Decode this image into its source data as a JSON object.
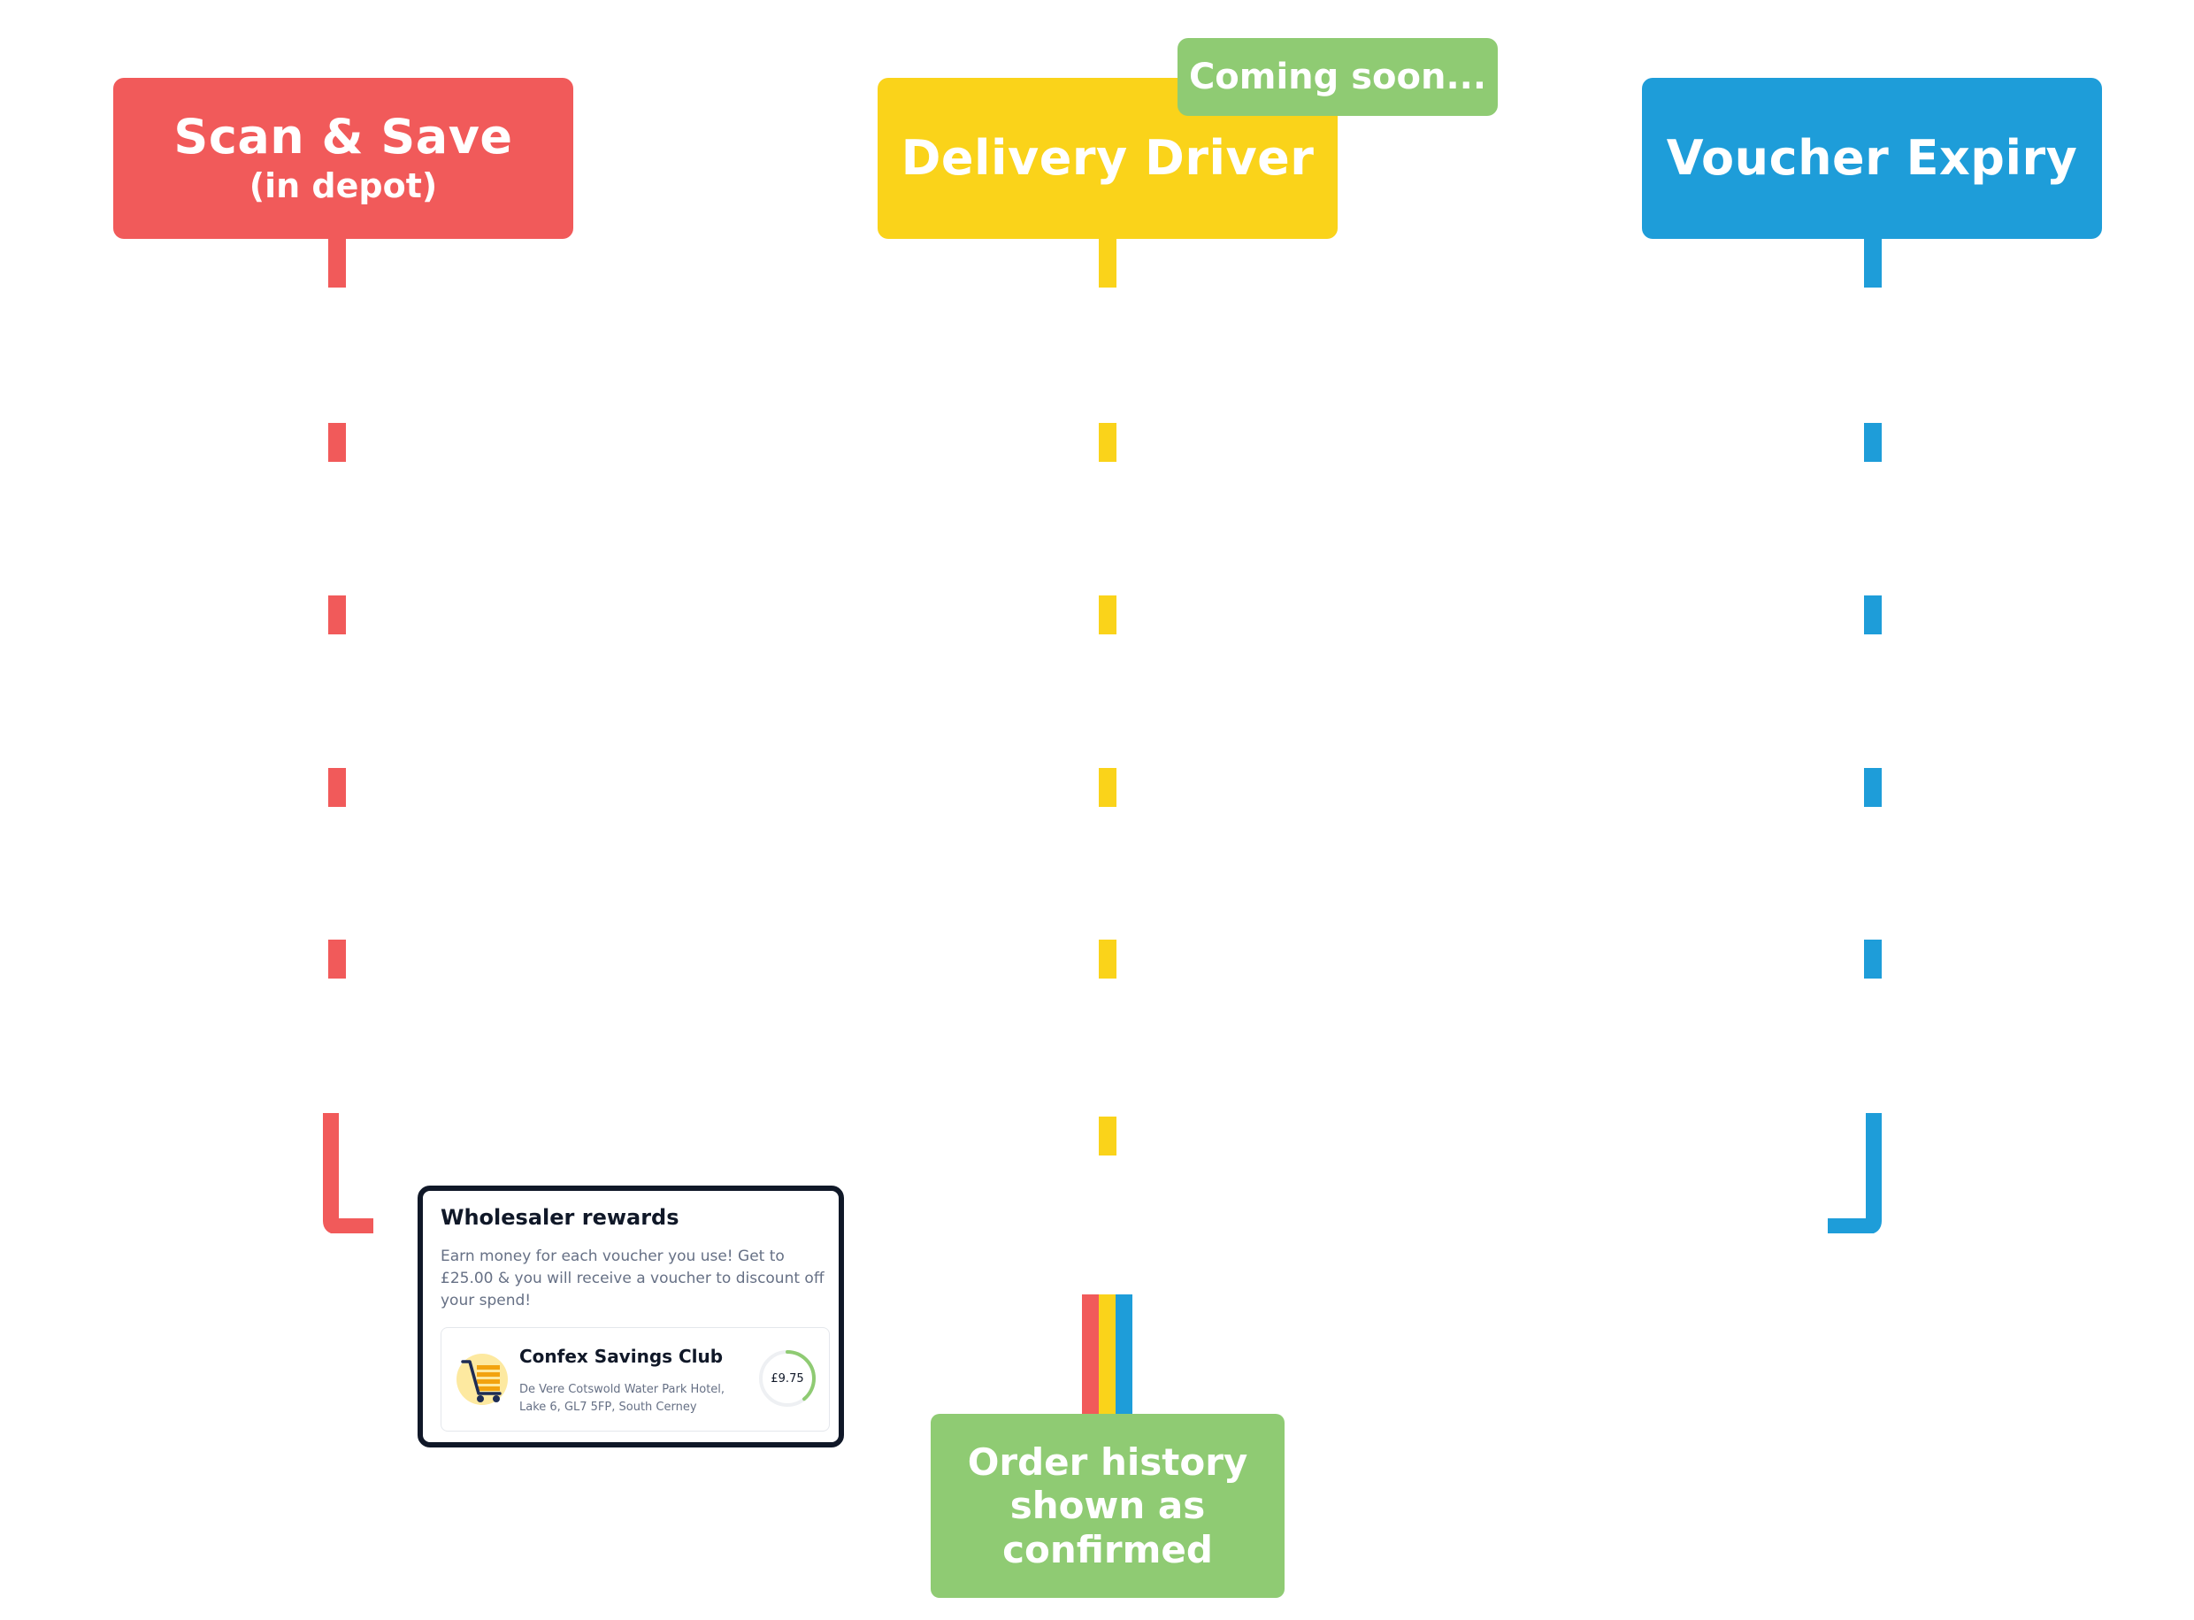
{
  "colors": {
    "red": "#f15a5a",
    "yellow": "#fad31a",
    "blue": "#1e9dd9",
    "green": "#8fcb73"
  },
  "columns": {
    "scan_save": {
      "title": "Scan & Save",
      "subtitle": "(in depot)"
    },
    "delivery_driver": {
      "title": "Delivery Driver",
      "badge": "Coming soon..."
    },
    "voucher_expiry": {
      "title": "Voucher Expiry"
    }
  },
  "outcome": {
    "label": "Order history shown as confirmed"
  },
  "rewards_card": {
    "title": "Wholesaler rewards",
    "description": "Earn money for each voucher you use! Get to £25.00 & you will receive a voucher to discount off your spend!",
    "club": {
      "name": "Confex Savings Club",
      "address": "De Vere Cotswold Water Park Hotel, Lake 6, GL7 5FP, South Cerney",
      "amount": "£9.75",
      "progress_fraction": 0.39,
      "logo_icon": "shopping-cart-icon"
    }
  }
}
